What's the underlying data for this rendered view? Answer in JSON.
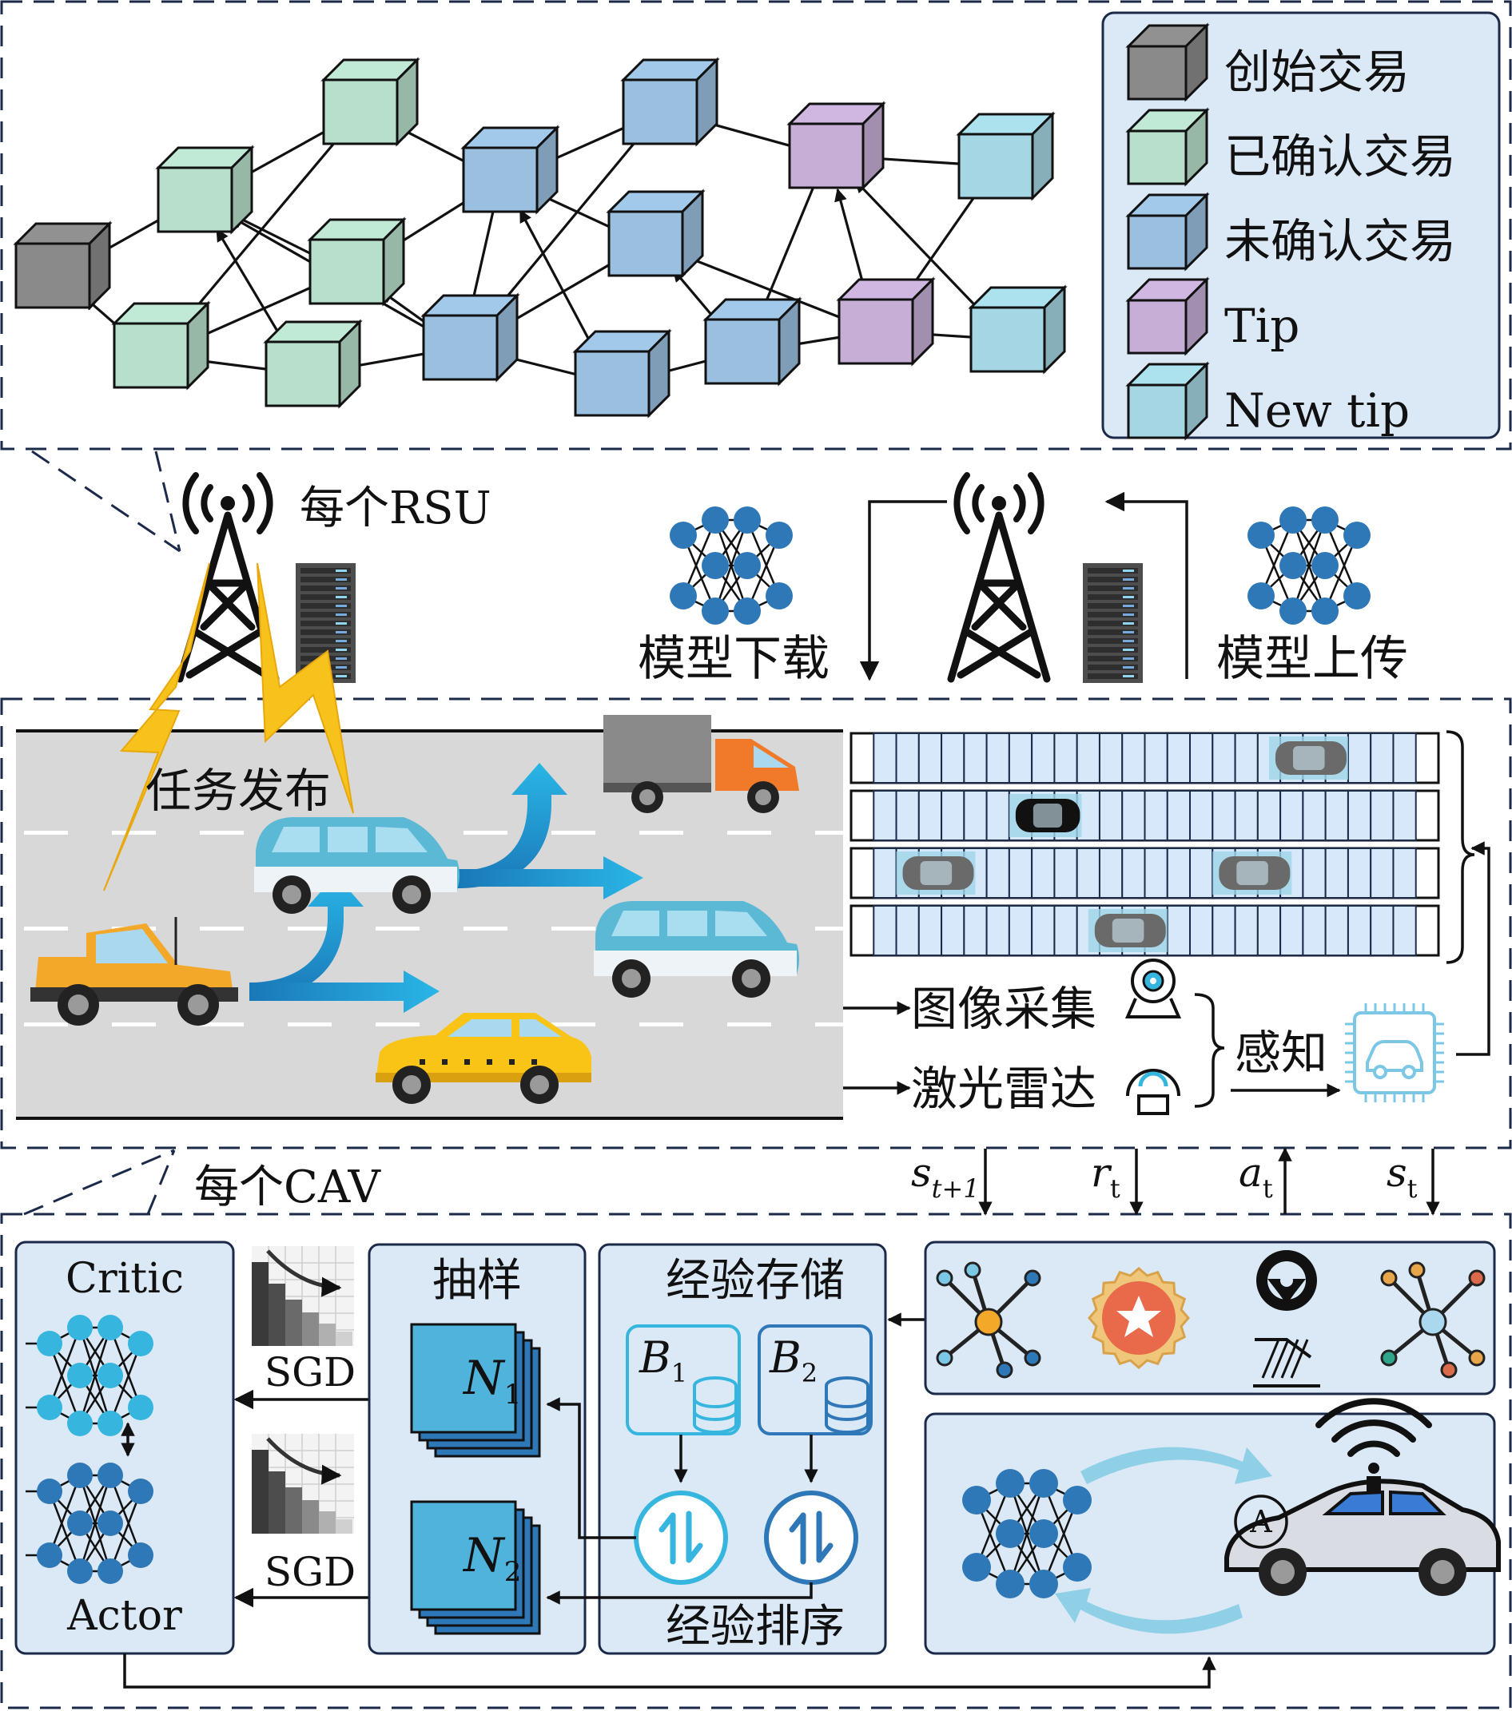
{
  "legend": {
    "items": [
      {
        "label": "创始交易",
        "color": "#8a8a8a"
      },
      {
        "label": "已确认交易",
        "color": "#b8dfcc"
      },
      {
        "label": "未确认交易",
        "color": "#9bbfdf"
      },
      {
        "label": "Tip",
        "color": "#c6aed6"
      },
      {
        "label": "New tip",
        "color": "#a4d6e3"
      }
    ]
  },
  "labels": {
    "per_rsu": "每个RSU",
    "model_download": "模型下载",
    "model_upload": "模型上传",
    "task_publish": "任务发布",
    "image_capture": "图像采集",
    "lidar": "激光雷达",
    "perception": "感知",
    "per_cav": "每个CAV",
    "critic": "Critic",
    "actor": "Actor",
    "sgd_top": "SGD",
    "sgd_bottom": "SGD",
    "sampling": "抽样",
    "experience_storage": "经验存储",
    "experience_sort": "经验排序",
    "n1": "N",
    "n1_sub": "1",
    "n2": "N",
    "n2_sub": "2",
    "b1": "B",
    "b1_sub": "1",
    "b2": "B",
    "b2_sub": "2",
    "s_next": "s",
    "s_next_sub": "t+1",
    "r_t": "r",
    "r_t_sub": "t",
    "a_t": "a",
    "a_t_sub": "t",
    "s_t": "s",
    "s_t_sub": "t",
    "mode_a": "A"
  },
  "colors": {
    "panel_fill": "#dbe9f7",
    "panel_stroke": "#1c2a4a",
    "dashed": "#1c2a4a",
    "nn_dark": "#2f78b7",
    "nn_light": "#36b6de",
    "arrow_blue": "#1f8fc8",
    "lightning": "#f7c21b",
    "road": "#d8d8d8"
  }
}
